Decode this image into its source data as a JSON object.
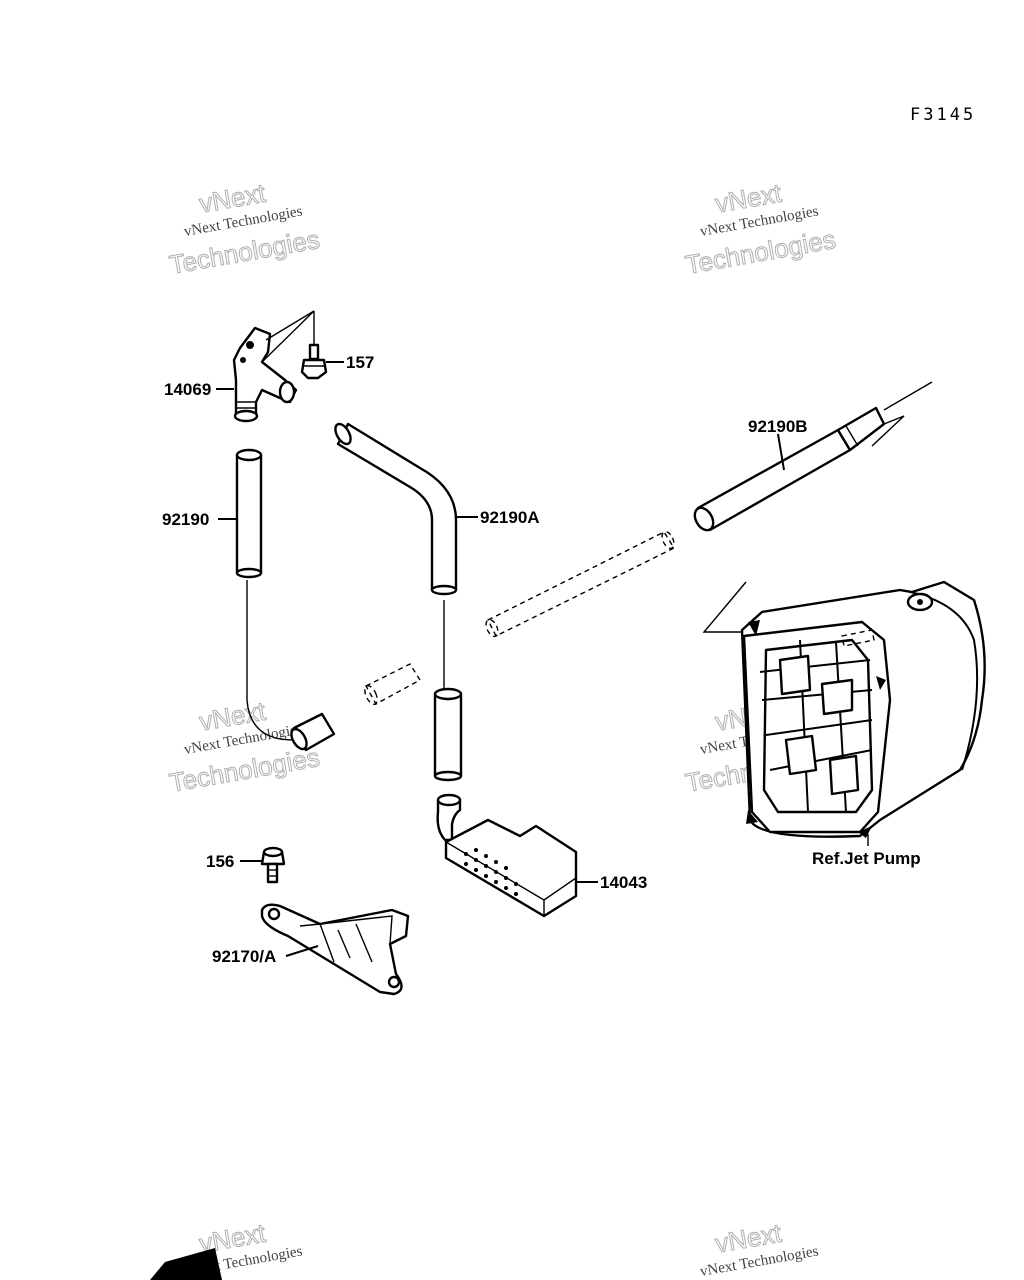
{
  "diagram": {
    "code": "F3145",
    "watermark": {
      "line1": "vNext Technologies",
      "line2": "vNext",
      "line3": "Technologies"
    },
    "labels": {
      "p14069": "14069",
      "p157": "157",
      "p92190": "92190",
      "p92190a": "92190A",
      "p92190b": "92190B",
      "p14043": "14043",
      "p156": "156",
      "p92170a": "92170/A",
      "jetpump": "Ref.Jet Pump"
    }
  }
}
